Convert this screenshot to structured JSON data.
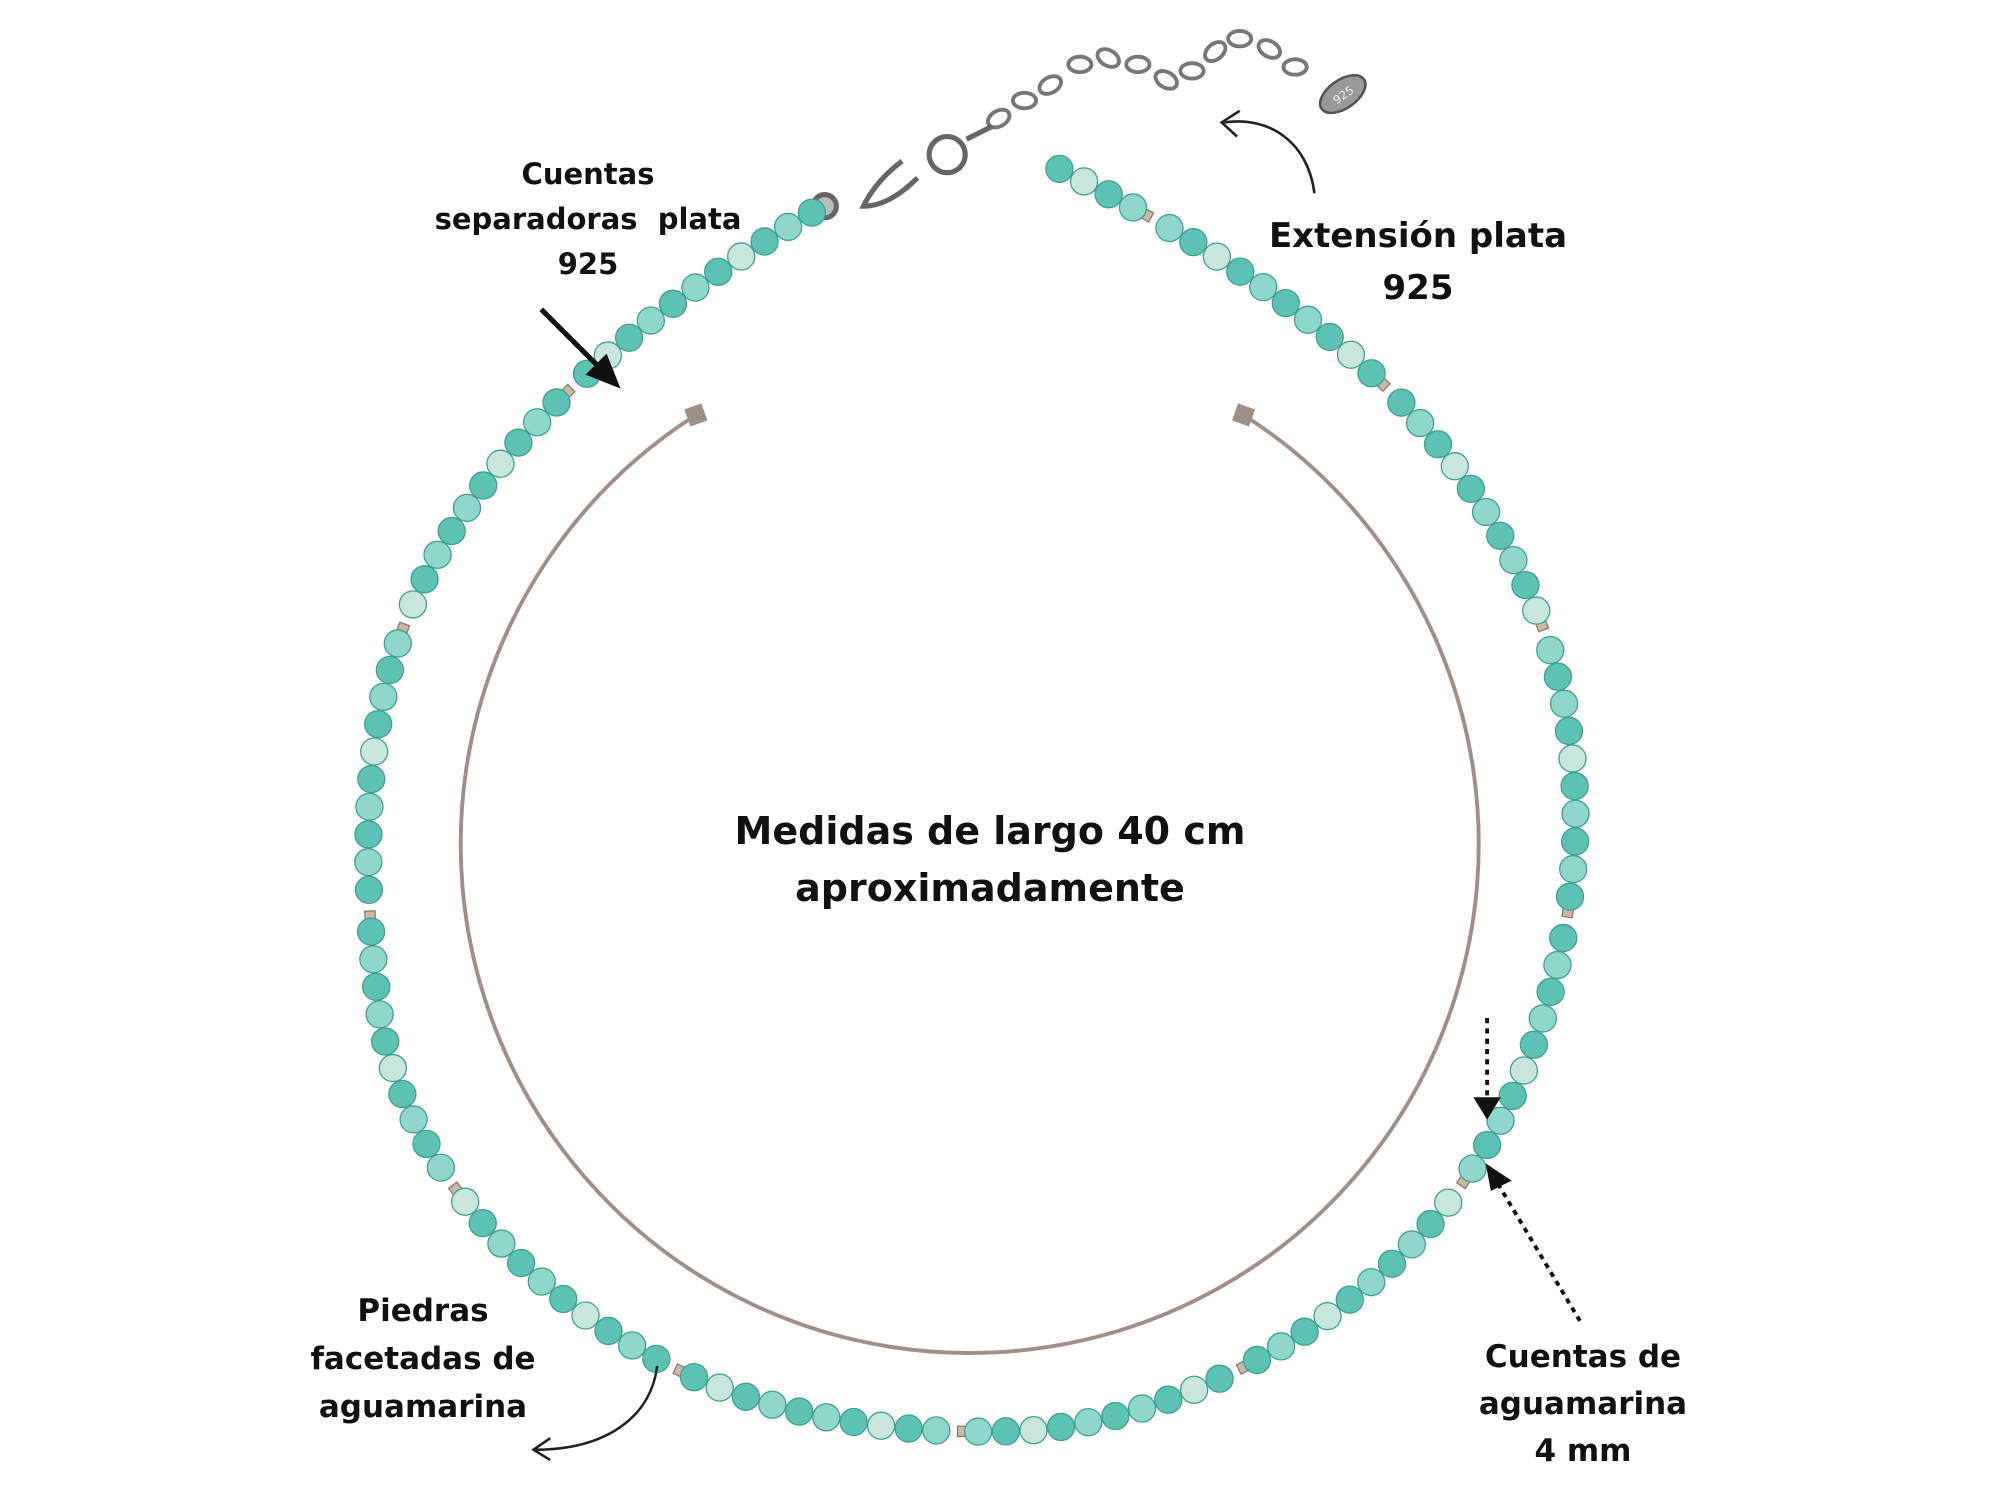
{
  "labels": {
    "spacers": {
      "line1": "Cuentas",
      "line2": "separadoras  plata",
      "line3": "925"
    },
    "extension": {
      "line1": "Extensión plata",
      "line2": "925"
    },
    "length": {
      "line1": "Medidas de largo 40 cm",
      "line2": "aproximadamente"
    },
    "stones": {
      "line1": "Piedras",
      "line2": "facetadas de",
      "line3": "aguamarina"
    },
    "beads": {
      "line1": "Cuentas de",
      "line2": "aguamarina",
      "line3": "4 mm"
    },
    "tag": "925"
  },
  "colors": {
    "bead": "#5cc2b4",
    "bead_light": "#8fd6cb",
    "bead_pale": "#c9e6dc",
    "spacer": "#c9b8a8",
    "arc": "#a08f87",
    "text": "#111111"
  }
}
